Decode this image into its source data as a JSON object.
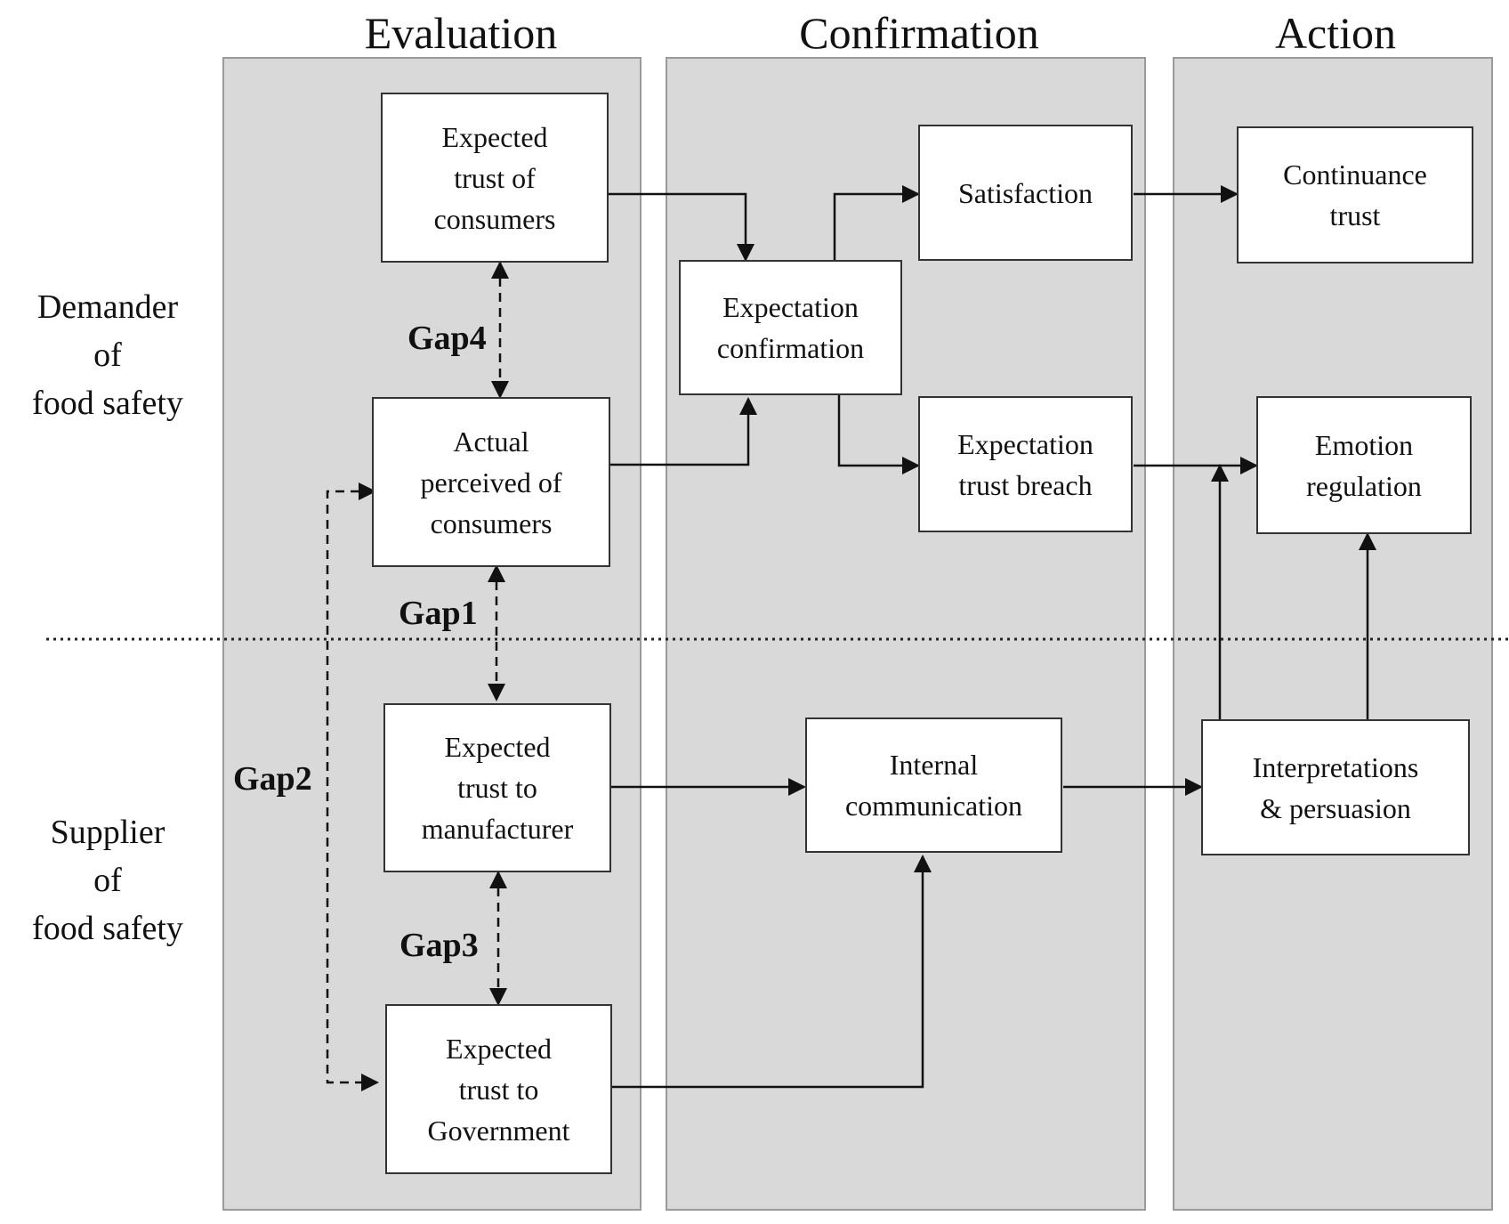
{
  "columns": {
    "evaluation": "Evaluation",
    "confirmation": "Confirmation",
    "action": "Action"
  },
  "rows": {
    "demander": [
      "Demander",
      "of",
      "food safety"
    ],
    "supplier": [
      "Supplier",
      "of",
      "food safety"
    ]
  },
  "boxes": {
    "expected_trust_consumers": [
      "Expected",
      "trust of",
      "consumers"
    ],
    "actual_perceived": [
      "Actual",
      "perceived of",
      "consumers"
    ],
    "expected_trust_manufacturer": [
      "Expected",
      "trust to",
      "manufacturer"
    ],
    "expected_trust_government": [
      "Expected",
      "trust to",
      "Government"
    ],
    "expectation_confirmation": [
      "Expectation",
      "confirmation"
    ],
    "satisfaction": [
      "Satisfaction"
    ],
    "expectation_trust_breach": [
      "Expectation",
      "trust breach"
    ],
    "internal_communication": [
      "Internal",
      "communication"
    ],
    "continuance_trust": [
      "Continuance",
      "trust"
    ],
    "emotion_regulation": [
      "Emotion",
      "regulation"
    ],
    "interpretations_persuasion": [
      "Interpretations",
      "& persuasion"
    ]
  },
  "gaps": {
    "gap1": "Gap1",
    "gap2": "Gap2",
    "gap3": "Gap3",
    "gap4": "Gap4"
  }
}
